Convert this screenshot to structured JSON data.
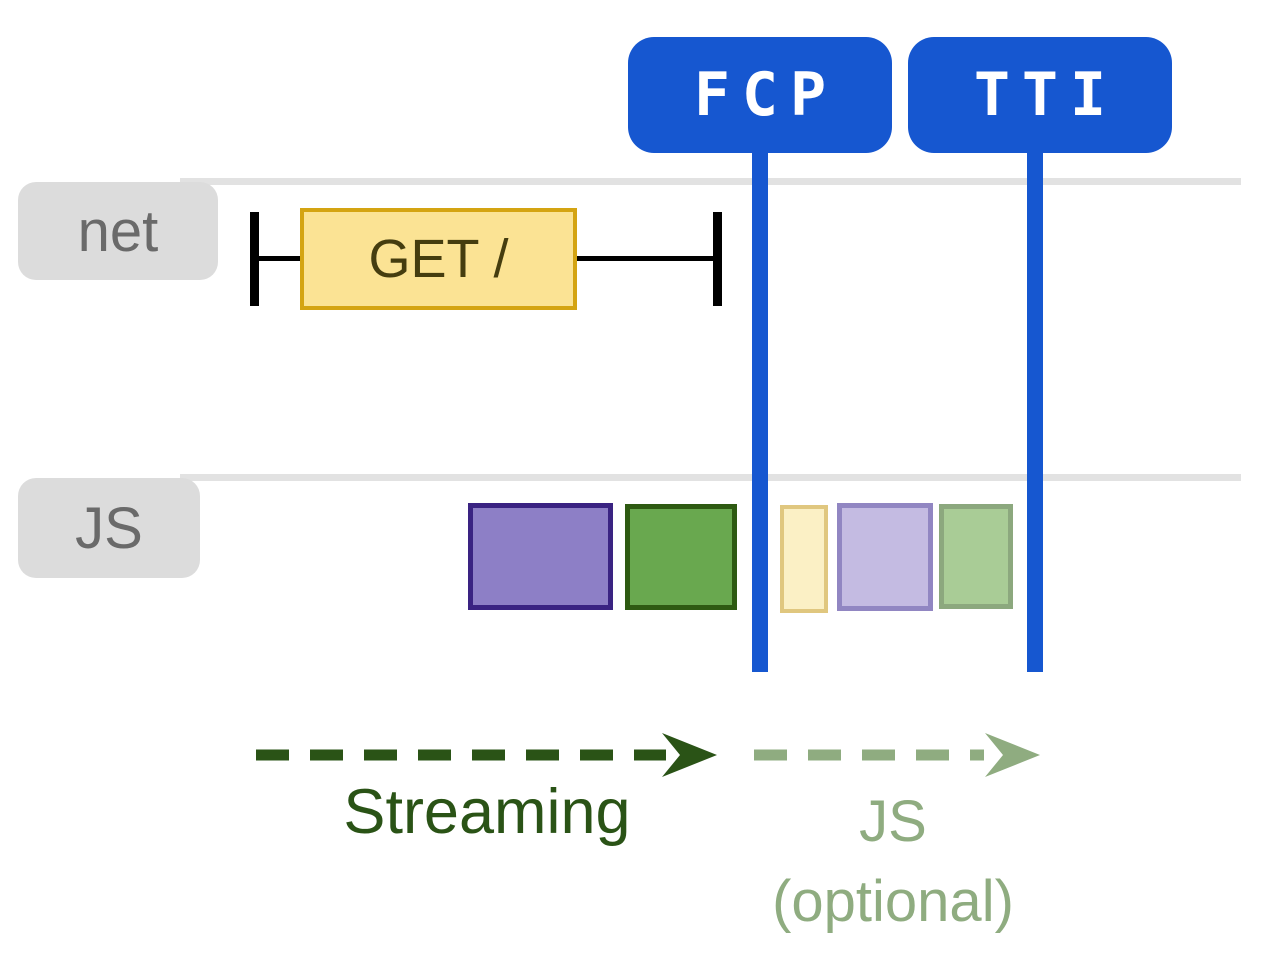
{
  "markers": {
    "fcp": {
      "label": "FCP",
      "color": "#1657D0"
    },
    "tti": {
      "label": "TTI",
      "color": "#1657D0"
    }
  },
  "lanes": {
    "net": {
      "label": "net"
    },
    "js": {
      "label": "JS"
    }
  },
  "network": {
    "request": {
      "label": "GET /",
      "fill": "#FBE394",
      "border": "#D4A412"
    }
  },
  "js_tasks": [
    {
      "name": "task-purple",
      "fill": "#8D7FC6",
      "border": "#3A2382"
    },
    {
      "name": "task-green",
      "fill": "#69A84F",
      "border": "#2E5A12"
    },
    {
      "name": "task-light-yellow",
      "fill": "#FBF0C5",
      "border": "#E0C77F"
    },
    {
      "name": "task-light-purple",
      "fill": "#C4BBE2",
      "border": "#9186C2"
    },
    {
      "name": "task-light-green",
      "fill": "#A9CC96",
      "border": "#8CA87E"
    }
  ],
  "phases": {
    "streaming": {
      "label": "Streaming",
      "color": "#2A5316"
    },
    "js_optional": {
      "label_line1": "JS",
      "label_line2": "(optional)",
      "color": "#8FAC80"
    }
  }
}
